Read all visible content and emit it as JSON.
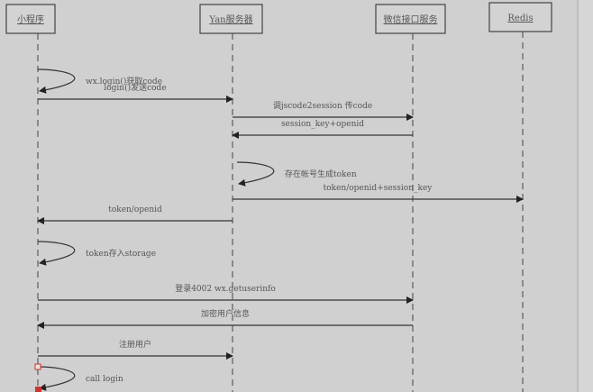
{
  "participants": [
    {
      "name": "小程序"
    },
    {
      "name": "Yan服务器"
    },
    {
      "name": "微信接口服务"
    },
    {
      "name": "Redis"
    }
  ],
  "messages": [
    {
      "from": 0,
      "to": 0,
      "label": "wx.login()获取code"
    },
    {
      "from": 0,
      "to": 1,
      "label": "login()发送code"
    },
    {
      "from": 1,
      "to": 2,
      "label": "调jscode2session 传code"
    },
    {
      "from": 2,
      "to": 1,
      "label": "session_key+openid"
    },
    {
      "from": 1,
      "to": 1,
      "label": "存在帐号生成token"
    },
    {
      "from": 1,
      "to": 3,
      "label": "token/openid+session_key"
    },
    {
      "from": 1,
      "to": 0,
      "label": "token/openid"
    },
    {
      "from": 0,
      "to": 0,
      "label": "token存入storage"
    },
    {
      "from": 0,
      "to": 2,
      "label": "登录4002 wx.getuserinfo"
    },
    {
      "from": 2,
      "to": 0,
      "label": "加密用户信息"
    },
    {
      "from": 0,
      "to": 1,
      "label": "注册用户"
    },
    {
      "from": 0,
      "to": 0,
      "label": "call login"
    }
  ],
  "colors": {
    "background": "#d0d0d0",
    "line": "#333333",
    "text": "#555555",
    "marker": "#cc3333"
  }
}
